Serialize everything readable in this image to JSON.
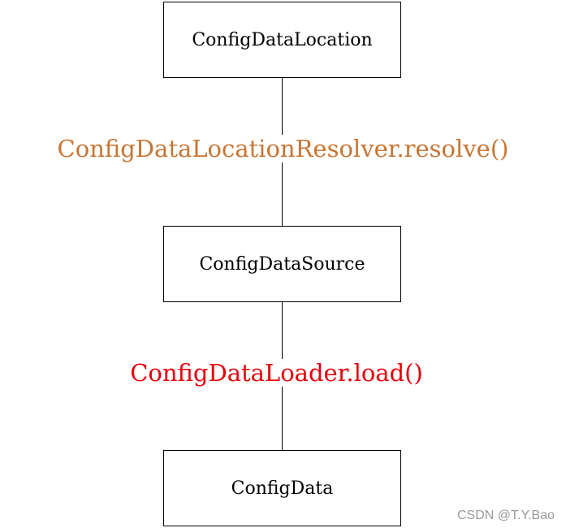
{
  "diagram": {
    "nodes": [
      "ConfigDataLocation",
      "ConfigDataSource",
      "ConfigData"
    ],
    "edges": [
      {
        "label": "ConfigDataLocationResolver.resolve()",
        "color": "#c87533"
      },
      {
        "label": "ConfigDataLoader.load()",
        "color": "#e8000b"
      }
    ]
  },
  "watermark": "CSDN @T.Y.Bao"
}
